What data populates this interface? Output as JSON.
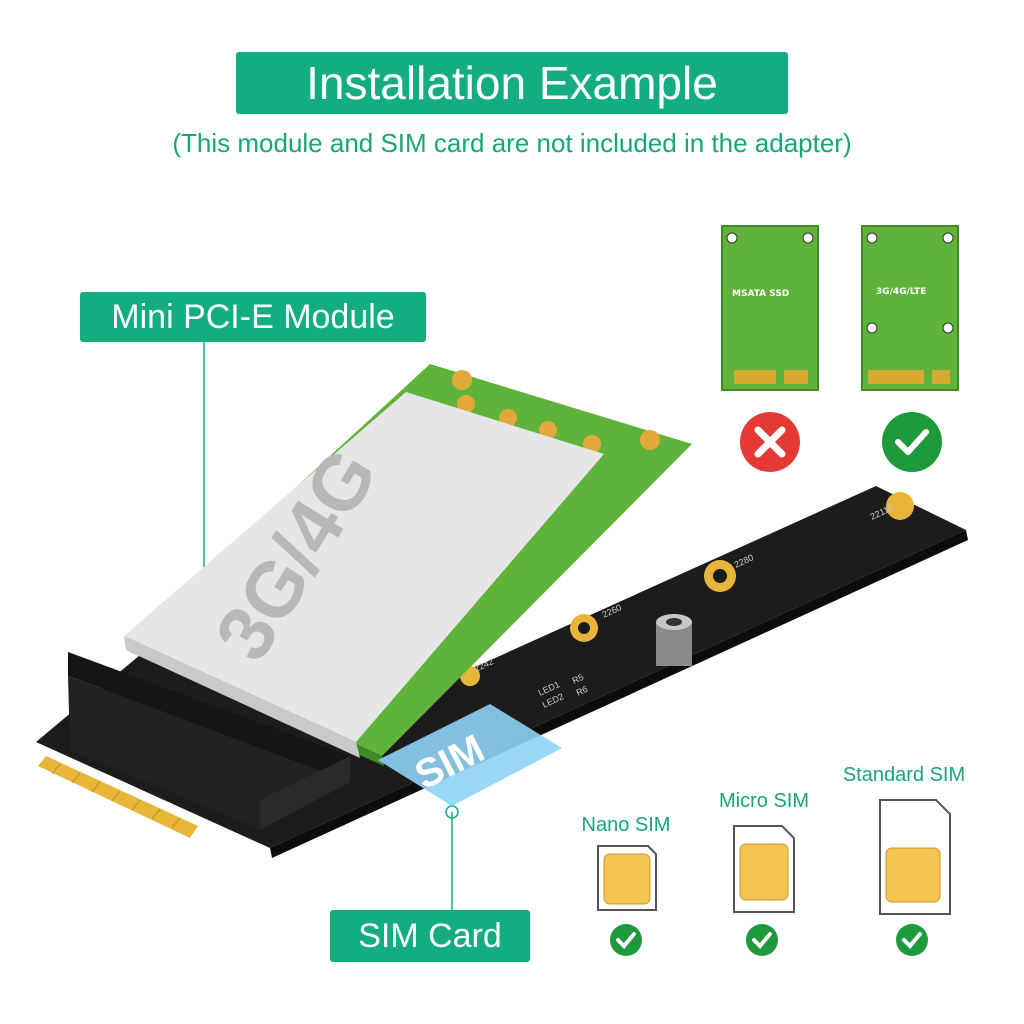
{
  "title": "Installation Example",
  "subtitle": "(This module and SIM card are not included in the adapter)",
  "module_label": "Mini PCI-E Module",
  "sim_label": "SIM Card",
  "module_marking": "3G/4G",
  "sim_marking": "SIM",
  "compat_cards": [
    {
      "text": "MSATA  SSD",
      "status": "cross-icon",
      "color": "#e53935"
    },
    {
      "text": "3G/4G/LTE",
      "status": "check-icon",
      "color": "#1e9a3c"
    }
  ],
  "sim_types": [
    {
      "name": "Nano SIM"
    },
    {
      "name": "Micro SIM"
    },
    {
      "name": "Standard SIM"
    }
  ],
  "board_markings": {
    "m2": "22110",
    "m1": "2280",
    "m0": "2260",
    "m3": "2242",
    "led1": "LED1",
    "led2": "LED2",
    "r5": "R5",
    "r6": "R6"
  },
  "colors": {
    "accent": "#14ad82",
    "pcb_green": "#5fb33b",
    "adapter_black": "#1c1c1c",
    "gold": "#e7b53a",
    "sim_blue": "#8fd3f5"
  }
}
